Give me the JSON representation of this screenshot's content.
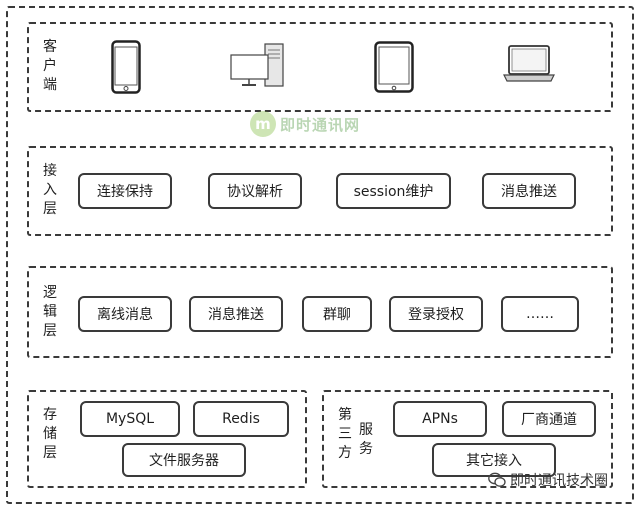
{
  "layers": {
    "client": {
      "label": "客户端"
    },
    "access": {
      "label": "接入层",
      "items": [
        "连接保持",
        "协议解析",
        "session维护",
        "消息推送"
      ]
    },
    "logic": {
      "label": "逻辑层",
      "items": [
        "离线消息",
        "消息推送",
        "群聊",
        "登录授权",
        "……"
      ]
    },
    "storage": {
      "label": "存储层",
      "items": [
        "MySQL",
        "Redis",
        "文件服务器"
      ]
    },
    "third_party": {
      "label_left": "第三方",
      "label_right": "服务",
      "items": [
        "APNs",
        "厂商通道",
        "其它接入"
      ]
    }
  },
  "devices": [
    "phone-icon",
    "desktop-computer-icon",
    "tablet-icon",
    "laptop-icon"
  ],
  "watermark": {
    "center_text": "即时通讯网",
    "footer_text": "即时通讯技术圈"
  },
  "colors": {
    "border": "#3a3a3a",
    "watermark_green": "#74b72e"
  }
}
